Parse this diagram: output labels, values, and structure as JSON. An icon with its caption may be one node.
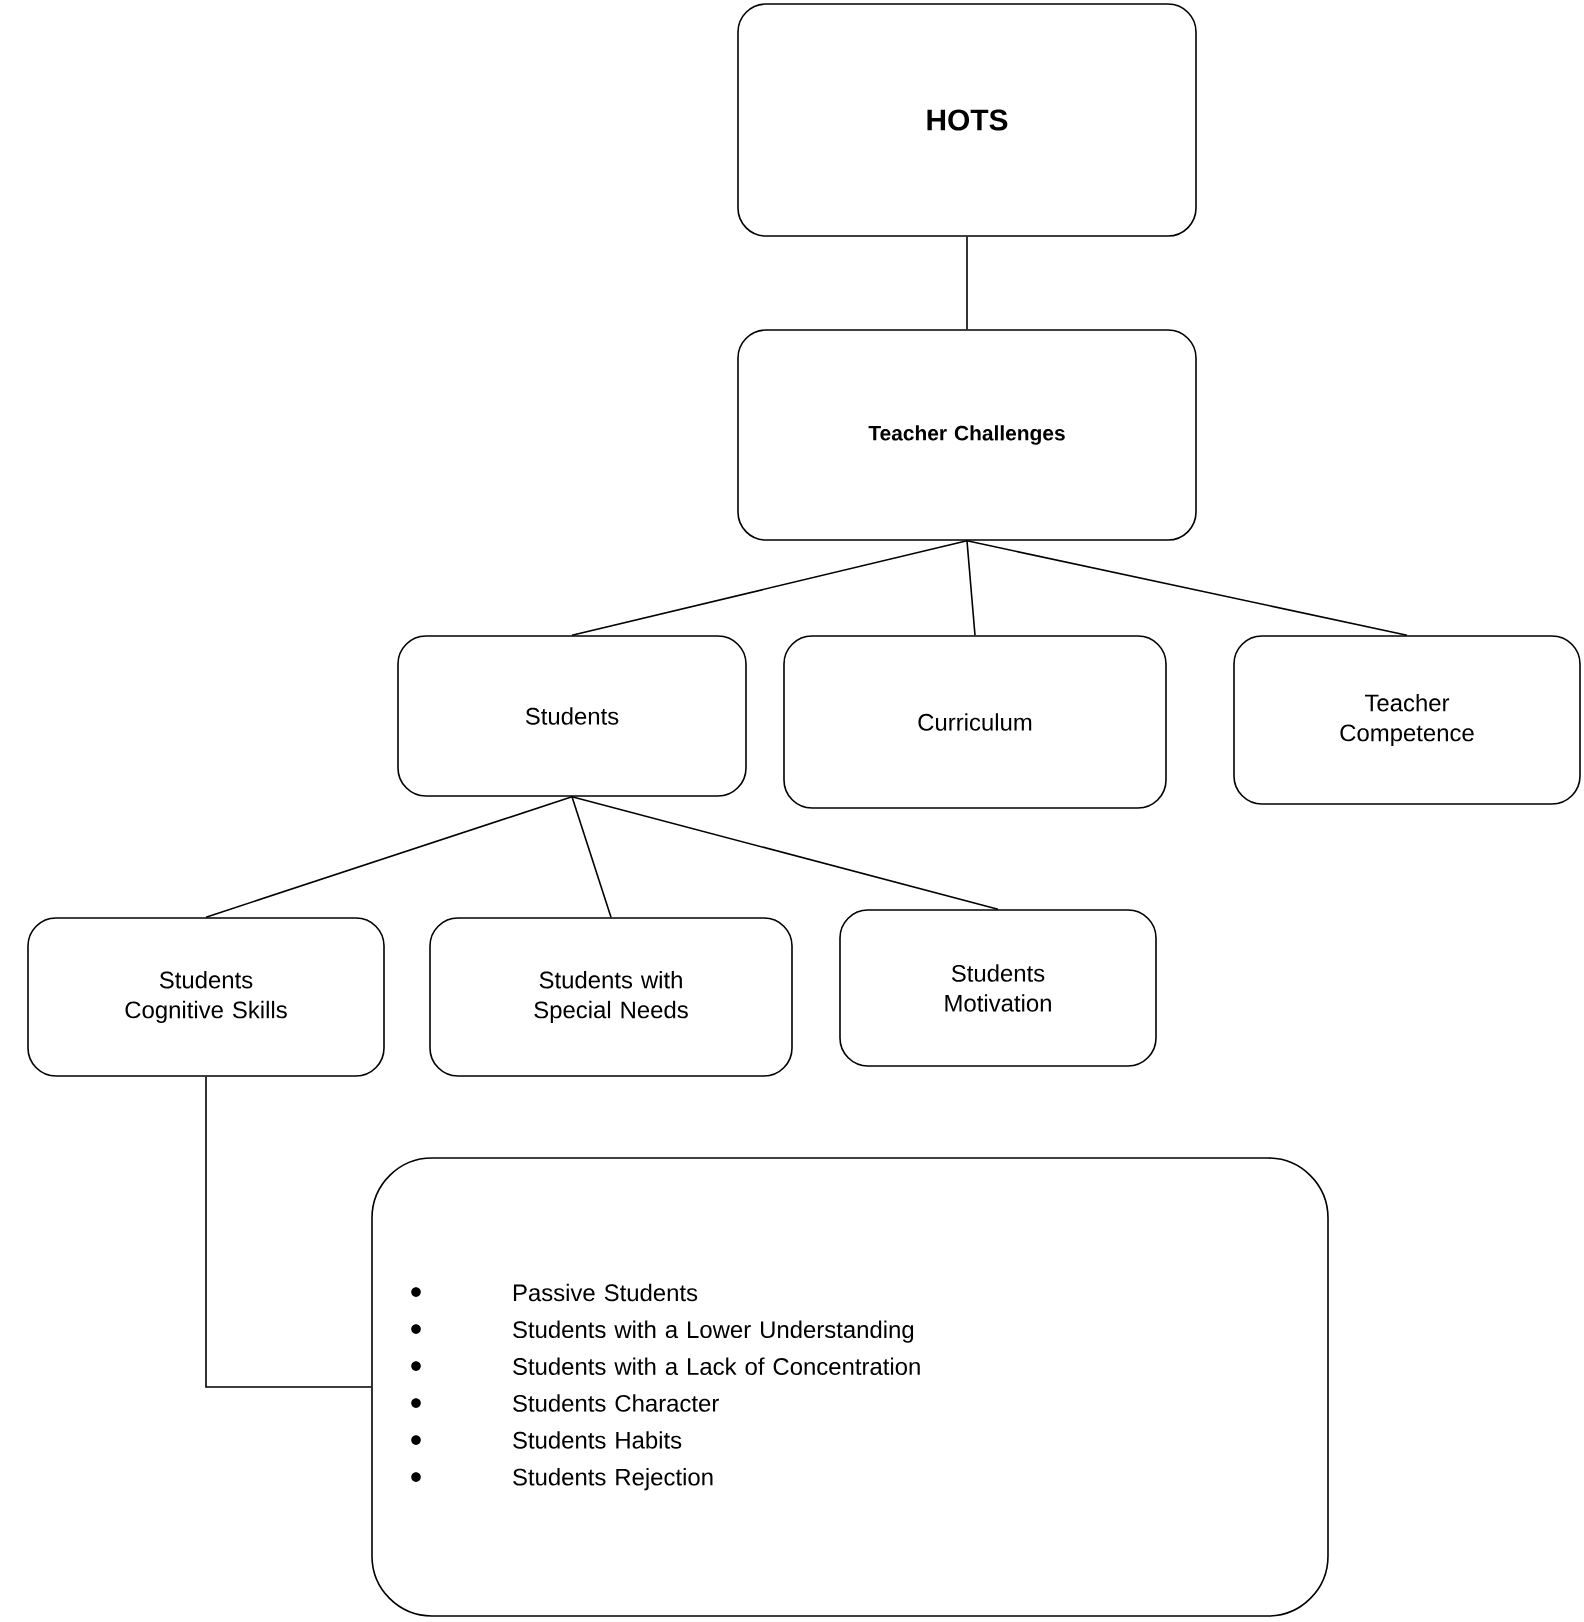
{
  "diagram": {
    "nodes": [
      {
        "text": [
          "HOTS"
        ]
      },
      {
        "text": [
          "Teacher Challenges"
        ]
      },
      {
        "text": [
          "Students"
        ]
      },
      {
        "text": [
          "Curriculum"
        ]
      },
      {
        "text": [
          "Teacher Competence"
        ]
      },
      {
        "text": [
          "Students Cognitive Skills"
        ]
      },
      {
        "text": [
          "Students with Special Needs"
        ]
      },
      {
        "text": [
          "Students Motivation"
        ]
      },
      {
        "text": [
          "Passive Students",
          "Students with a Lower Understanding",
          "Students with a Lack of Concentration",
          "Students Character",
          "Students Habits",
          "Students Rejection"
        ]
      }
    ],
    "edges": [
      {
        "from": 0,
        "to": 1,
        "arrow": "none"
      },
      {
        "from": 1,
        "to": 2,
        "arrow": "none"
      },
      {
        "from": 1,
        "to": 3,
        "arrow": "none"
      },
      {
        "from": 1,
        "to": 4,
        "arrow": "none"
      },
      {
        "from": 2,
        "to": 5,
        "arrow": "none"
      },
      {
        "from": 2,
        "to": 6,
        "arrow": "none"
      },
      {
        "from": 2,
        "to": 7,
        "arrow": "none"
      },
      {
        "from": 5,
        "to": 8,
        "arrow": "none"
      }
    ]
  }
}
